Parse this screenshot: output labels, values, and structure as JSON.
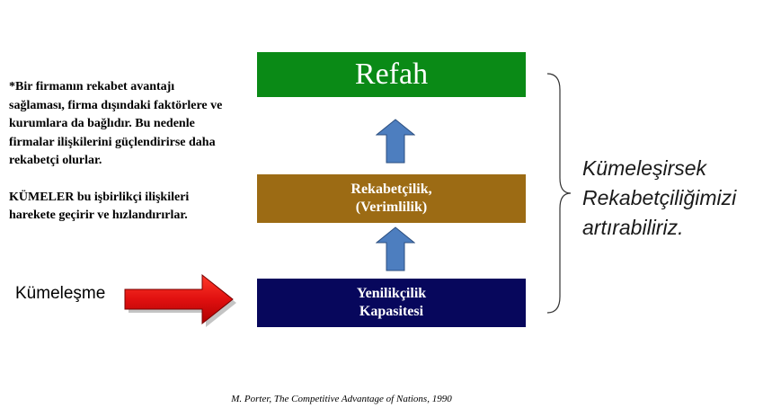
{
  "left_note": {
    "paragraph1": "*Bir firmanın rekabet avantajı sağlaması, firma dışındaki faktörlere ve kurumlara da bağlıdır.  Bu nedenle firmalar ilişkilerini güçlendirirse daha rekabetçi olurlar.",
    "paragraph2": "KÜMELER bu işbirlikçi ilişkileri harekete geçirir ve hızlandırırlar."
  },
  "input_label": "Kümeleşme",
  "boxes": {
    "top": {
      "label": "Refah",
      "color": "#0a8a16"
    },
    "middle": {
      "line1": "Rekabetçilik,",
      "line2": "(Verimlilik)",
      "color": "#9c6b14"
    },
    "bottom": {
      "line1": "Yenilikçilik",
      "line2": "Kapasitesi",
      "color": "#07075c"
    }
  },
  "arrow_colors": {
    "blue": "#4d7ebf",
    "red": "#e01010"
  },
  "conclusion": {
    "line1": "Kümeleşirsek",
    "line2": "Rekabetçiliğimizi",
    "line3": "artırabiliriz."
  },
  "citation": "M. Porter, The Competitive Advantage of Nations, 1990"
}
